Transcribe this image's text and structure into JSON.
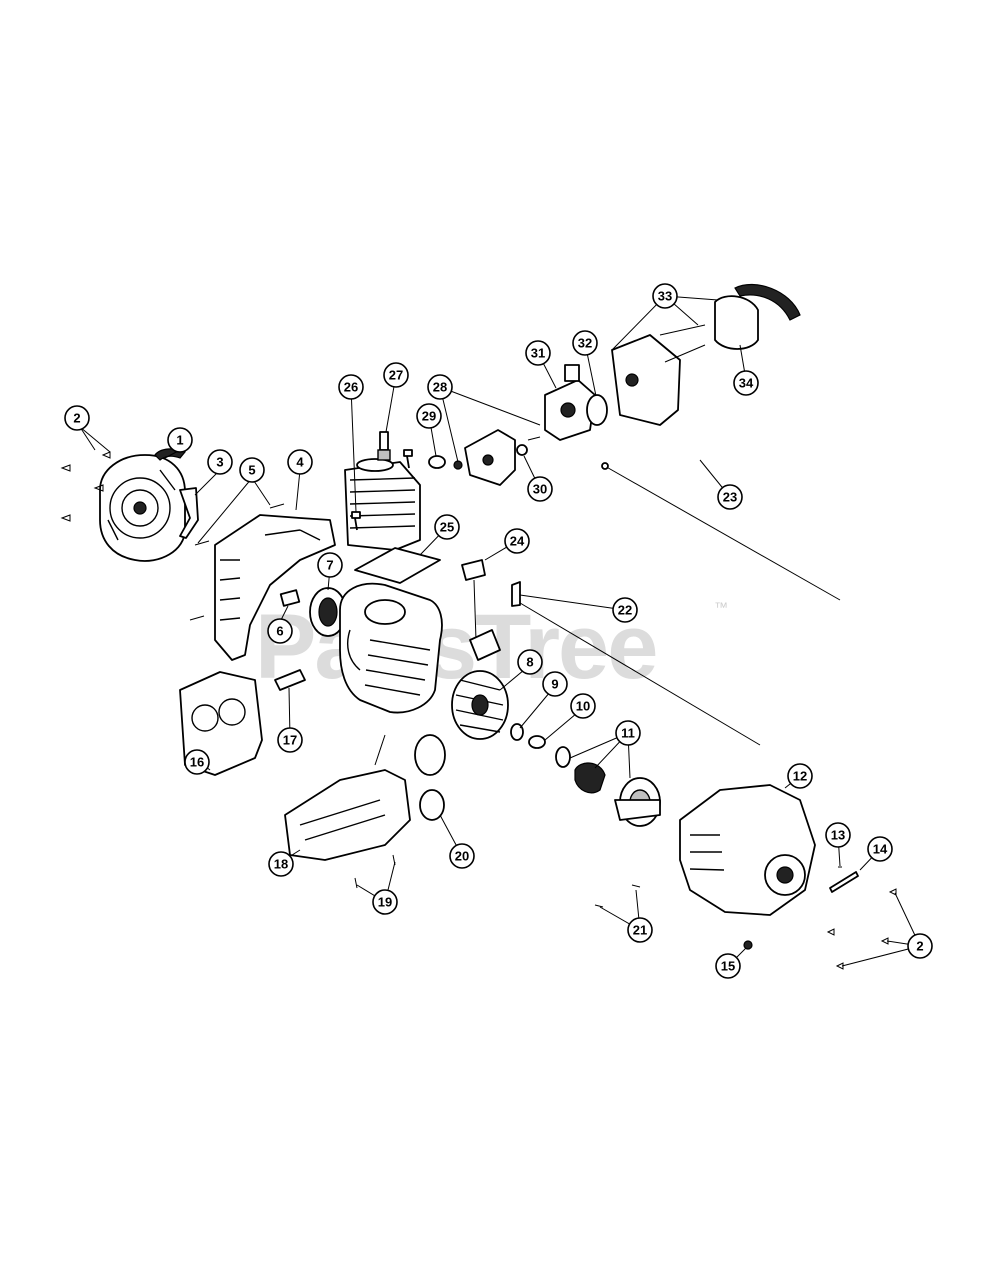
{
  "watermark": {
    "text": "PartsTree",
    "trademark": "™"
  },
  "callouts": [
    {
      "id": "c1",
      "label": "1",
      "part": "starter-pawl"
    },
    {
      "id": "c2a",
      "label": "2",
      "part": "screw-left"
    },
    {
      "id": "c3",
      "label": "3",
      "part": "spring-bracket"
    },
    {
      "id": "c4",
      "label": "4",
      "part": "engine-shroud"
    },
    {
      "id": "c5",
      "label": "5",
      "part": "shroud-screw"
    },
    {
      "id": "c6",
      "label": "6",
      "part": "ignition-module"
    },
    {
      "id": "c7",
      "label": "7",
      "part": "starter-pulley"
    },
    {
      "id": "c8",
      "label": "8",
      "part": "flywheel"
    },
    {
      "id": "c9",
      "label": "9",
      "part": "washer"
    },
    {
      "id": "c10",
      "label": "10",
      "part": "spacer"
    },
    {
      "id": "c11",
      "label": "11",
      "part": "clutch-assembly"
    },
    {
      "id": "c12",
      "label": "12",
      "part": "clutch-housing"
    },
    {
      "id": "c13",
      "label": "13",
      "part": "pin"
    },
    {
      "id": "c14",
      "label": "14",
      "part": "bolt"
    },
    {
      "id": "c15",
      "label": "15",
      "part": "nut"
    },
    {
      "id": "c2b",
      "label": "2",
      "part": "screw-right"
    },
    {
      "id": "c16",
      "label": "16",
      "part": "air-filter-cover"
    },
    {
      "id": "c17",
      "label": "17",
      "part": "decal"
    },
    {
      "id": "c18",
      "label": "18",
      "part": "fuel-tank"
    },
    {
      "id": "c19",
      "label": "19",
      "part": "tank-screw"
    },
    {
      "id": "c20",
      "label": "20",
      "part": "tank-gasket"
    },
    {
      "id": "c21",
      "label": "21",
      "part": "housing-screw"
    },
    {
      "id": "c22",
      "label": "22",
      "part": "throttle-cable"
    },
    {
      "id": "c23",
      "label": "23",
      "part": "stop-wire"
    },
    {
      "id": "c24",
      "label": "24",
      "part": "primer-bulb"
    },
    {
      "id": "c25",
      "label": "25",
      "part": "cylinder-gasket"
    },
    {
      "id": "c26",
      "label": "26",
      "part": "cylinder-screw"
    },
    {
      "id": "c27",
      "label": "27",
      "part": "spark-plug"
    },
    {
      "id": "c28",
      "label": "28",
      "part": "intake-screw"
    },
    {
      "id": "c29",
      "label": "29",
      "part": "intake-gasket"
    },
    {
      "id": "c30",
      "label": "30",
      "part": "intake-oring"
    },
    {
      "id": "c31",
      "label": "31",
      "part": "carburetor"
    },
    {
      "id": "c32",
      "label": "32",
      "part": "carb-gasket"
    },
    {
      "id": "c33",
      "label": "33",
      "part": "air-box"
    },
    {
      "id": "c34",
      "label": "34",
      "part": "air-filter"
    }
  ]
}
